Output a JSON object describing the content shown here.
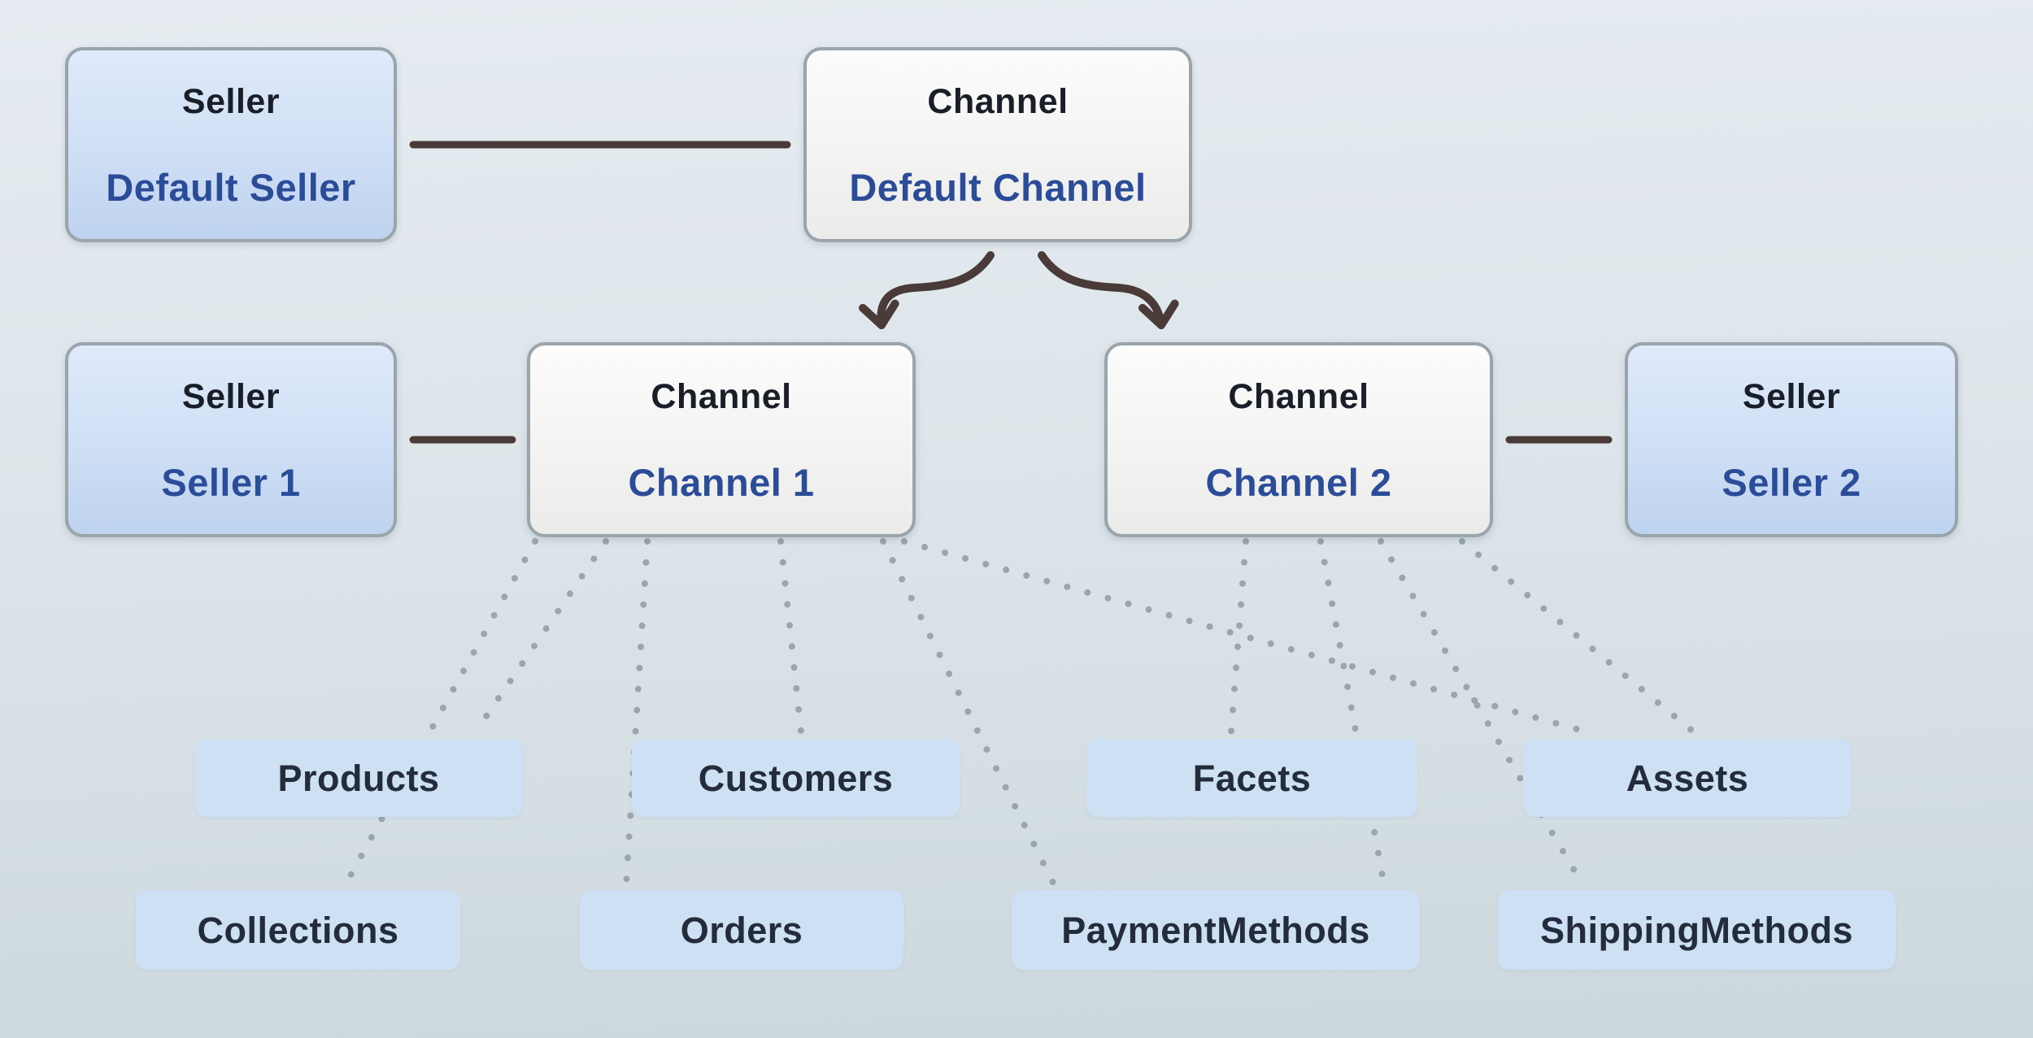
{
  "diagram": {
    "nodes": [
      {
        "id": "default-seller",
        "type": "Seller",
        "label": "Default Seller"
      },
      {
        "id": "default-channel",
        "type": "Channel",
        "label": "Default Channel"
      },
      {
        "id": "seller-1",
        "type": "Seller",
        "label": "Seller 1"
      },
      {
        "id": "channel-1",
        "type": "Channel",
        "label": "Channel 1"
      },
      {
        "id": "channel-2",
        "type": "Channel",
        "label": "Channel 2"
      },
      {
        "id": "seller-2",
        "type": "Seller",
        "label": "Seller 2"
      }
    ],
    "entities": [
      {
        "id": "products",
        "label": "Products"
      },
      {
        "id": "customers",
        "label": "Customers"
      },
      {
        "id": "facets",
        "label": "Facets"
      },
      {
        "id": "assets",
        "label": "Assets"
      },
      {
        "id": "collections",
        "label": "Collections"
      },
      {
        "id": "orders",
        "label": "Orders"
      },
      {
        "id": "payment-methods",
        "label": "PaymentMethods"
      },
      {
        "id": "shipping-methods",
        "label": "ShippingMethods"
      }
    ],
    "links": {
      "solid": [
        {
          "from": "default-seller",
          "to": "default-channel"
        },
        {
          "from": "seller-1",
          "to": "channel-1"
        },
        {
          "from": "channel-2",
          "to": "seller-2"
        }
      ],
      "arrows": [
        {
          "from": "default-channel",
          "to": "channel-1"
        },
        {
          "from": "default-channel",
          "to": "channel-2"
        }
      ],
      "dotted": [
        {
          "from": "channel-1",
          "to": "products"
        },
        {
          "from": "channel-1",
          "to": "collections"
        },
        {
          "from": "channel-1",
          "to": "customers"
        },
        {
          "from": "channel-1",
          "to": "orders"
        },
        {
          "from": "channel-1",
          "to": "payment-methods"
        },
        {
          "from": "channel-1",
          "to": "assets"
        },
        {
          "from": "channel-2",
          "to": "facets"
        },
        {
          "from": "channel-2",
          "to": "payment-methods"
        },
        {
          "from": "channel-2",
          "to": "shipping-methods"
        },
        {
          "from": "channel-2",
          "to": "assets"
        }
      ]
    },
    "colors": {
      "background_top": "#e6ecf1",
      "background_bottom": "#ccd8dd",
      "seller_box_top": "#dfeafa",
      "seller_box_bottom": "#bed3ef",
      "channel_box_top": "#fcfcfc",
      "channel_box_bottom": "#ebebea",
      "box_border": "#9aa4ab",
      "entity_box": "#cde0f4",
      "node_type_text": "#1a1e28",
      "node_label_text": "#2b4c98",
      "entity_text": "#242c3c",
      "connector": "#4a3b38",
      "dotted": "#9ba5ad"
    }
  }
}
